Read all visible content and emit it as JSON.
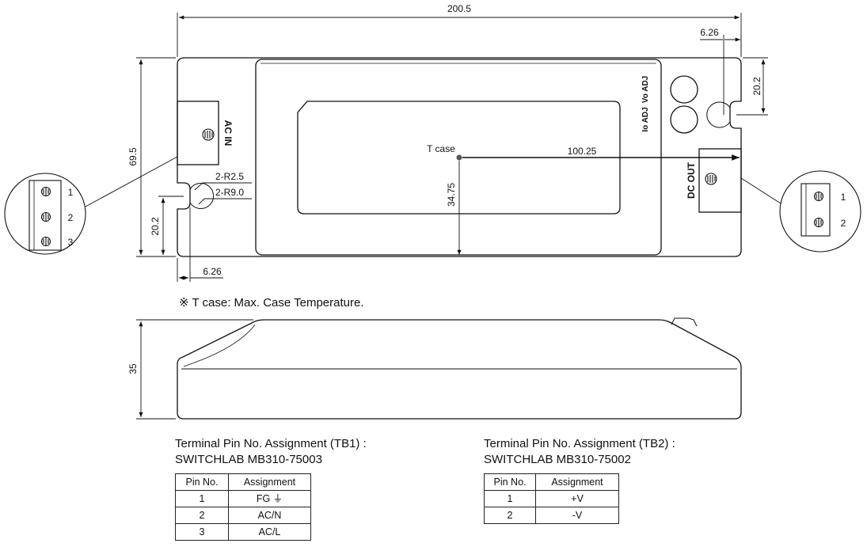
{
  "dimensions": {
    "overall_width": "200.5",
    "top_right_offset": "6.26",
    "top_right_height": "20.2",
    "overall_height": "69.5",
    "bottom_left_height": "20.2",
    "bottom_left_offset": "6.26",
    "tcase_x": "100.25",
    "tcase_y": "34.75",
    "radius_small": "2-R2.5",
    "radius_large": "2-R9.0",
    "side_height": "35"
  },
  "labels": {
    "ac_in": "AC IN",
    "dc_out": "DC OUT",
    "vo_adj": "Vo ADJ",
    "io_adj": "Io ADJ",
    "t_case": "T case"
  },
  "tb1_callout_pins": [
    "1",
    "2",
    "3"
  ],
  "tb2_callout_pins": [
    "1",
    "2"
  ],
  "note": "※ T case: Max. Case Temperature.",
  "tb1": {
    "title": "Terminal Pin No.  Assignment (TB1) :",
    "part": "SWITCHLAB MB310-75003",
    "headers": [
      "Pin No.",
      "Assignment"
    ],
    "rows": [
      [
        "1",
        "FG ⏚"
      ],
      [
        "2",
        "AC/N"
      ],
      [
        "3",
        "AC/L"
      ]
    ]
  },
  "tb2": {
    "title": "Terminal Pin No.  Assignment (TB2) :",
    "part": "SWITCHLAB MB310-75002",
    "headers": [
      "Pin No.",
      "Assignment"
    ],
    "rows": [
      [
        "1",
        "+V"
      ],
      [
        "2",
        "-V"
      ]
    ]
  }
}
